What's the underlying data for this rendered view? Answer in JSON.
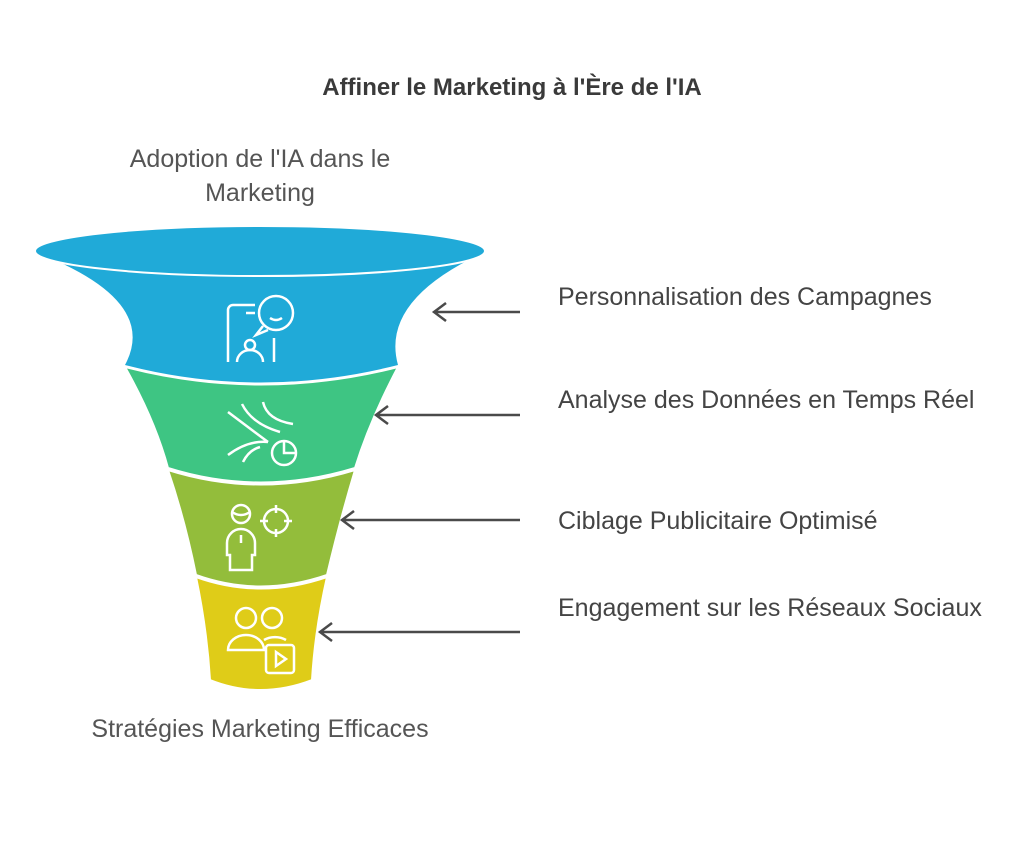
{
  "title": "Affiner le Marketing à l'Ère de l'IA",
  "top_label": "Adoption de l'IA dans le Marketing",
  "bottom_label": "Stratégies Marketing Efficaces",
  "stages": [
    {
      "label": "Personnalisation des Campagnes",
      "icon": "phone-chat-person-icon",
      "color": "#20aad8"
    },
    {
      "label": "Analyse des Données en Temps Réel",
      "icon": "data-stream-chart-icon",
      "color": "#3ec583"
    },
    {
      "label": "Ciblage Publicitaire Optimisé",
      "icon": "person-target-icon",
      "color": "#93bd3b"
    },
    {
      "label": "Engagement sur les Réseaux Sociaux",
      "icon": "users-video-icon",
      "color": "#dfcc18"
    }
  ]
}
